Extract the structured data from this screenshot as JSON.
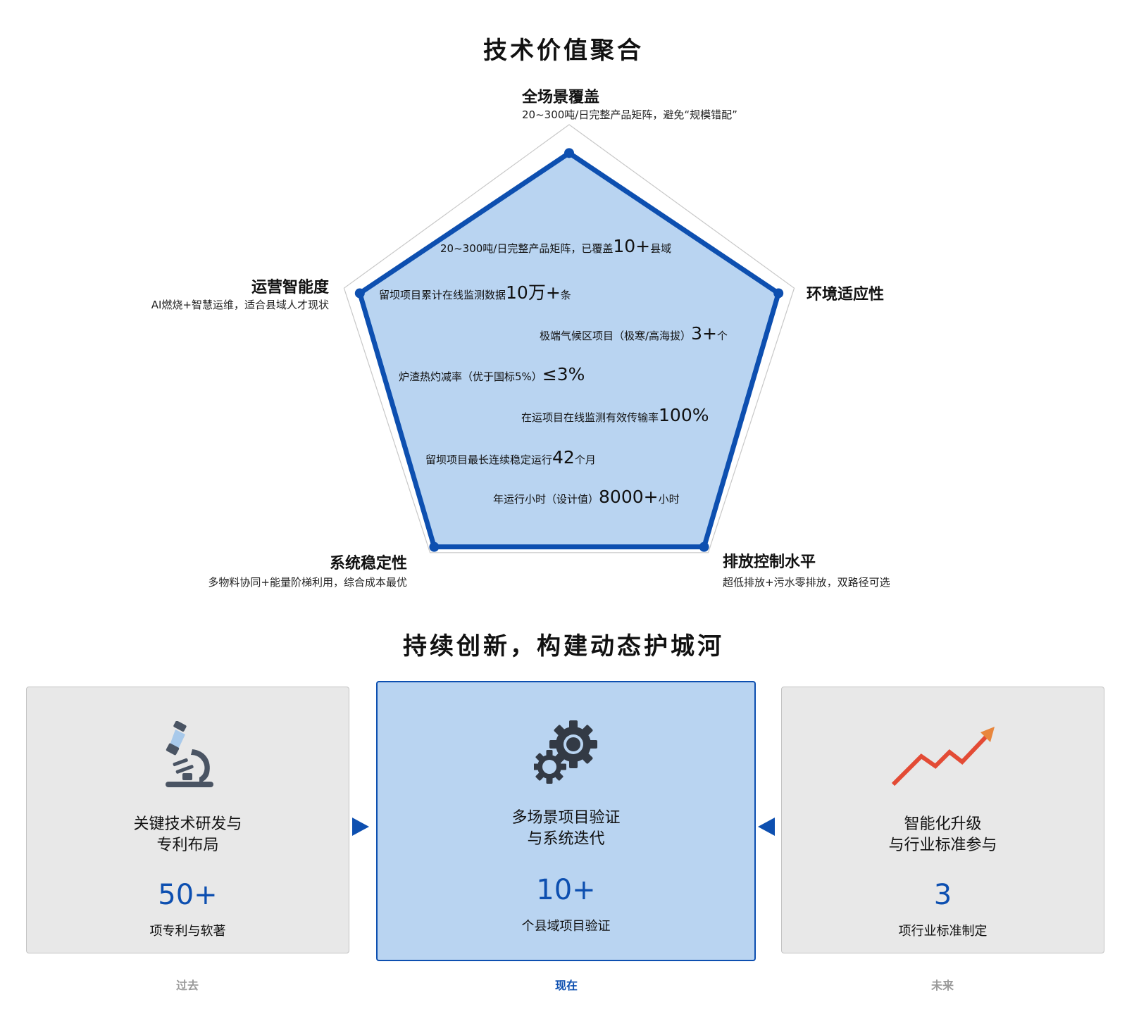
{
  "section1": {
    "title": "技术价值聚合"
  },
  "radar": {
    "axes": [
      {
        "title": "全场景覆盖",
        "desc": "20~300吨/日完整产品矩阵，避免“规模错配”",
        "value": 0.88
      },
      {
        "title": "环境适应性",
        "desc": "",
        "value": 0.93
      },
      {
        "title": "排放控制水平",
        "desc": "超低排放+污水零排放，双路径可选",
        "value": 0.97
      },
      {
        "title": "系统稳定性",
        "desc": "多物料协同+能量阶梯利用，综合成本最优",
        "value": 0.97
      },
      {
        "title": "运营智能度",
        "desc": "AI燃烧+智慧运维，适合县域人才现状",
        "value": 0.93
      }
    ],
    "stats": [
      {
        "pre": "20~300吨/日完整产品矩阵，已覆盖",
        "big": "10+",
        "post": "县域"
      },
      {
        "pre": "留坝项目累计在线监测数据",
        "big": "10万+",
        "post": "条"
      },
      {
        "pre": "极端气候区项目（极寒/高海拔）",
        "big": "3+",
        "post": "个"
      },
      {
        "pre": "炉渣热灼减率（优于国标5%）",
        "big": "≤3%",
        "post": ""
      },
      {
        "pre": "在运项目在线监测有效传输率",
        "big": "100%",
        "post": ""
      },
      {
        "pre": "留坝项目最长连续稳定运行",
        "big": "42",
        "post": "个月"
      },
      {
        "pre": "年运行小时（设计值）",
        "big": "8000+",
        "post": "小时"
      }
    ],
    "colors": {
      "fill": "#b9d4f1",
      "line": "#0d4fb0",
      "grid": "#c8c8c8"
    }
  },
  "section2": {
    "title": "持续创新，构建动态护城河"
  },
  "cards": [
    {
      "icon": "microscope-icon",
      "line1": "关键技术研发与",
      "line2": "专利布局",
      "number": "50+",
      "unit": "项专利与软著",
      "era": "过去"
    },
    {
      "icon": "gears-icon",
      "line1": "多场景项目验证",
      "line2": "与系统迭代",
      "number": "10+",
      "unit": "个县域项目验证",
      "era": "现在"
    },
    {
      "icon": "trend-up-icon",
      "line1": "智能化升级",
      "line2": "与行业标准参与",
      "number": "3",
      "unit": "项行业标准制定",
      "era": "未来"
    }
  ],
  "era_colors": {
    "past": "#9a9a9a",
    "now": "#0d4fb0",
    "future": "#9a9a9a"
  }
}
